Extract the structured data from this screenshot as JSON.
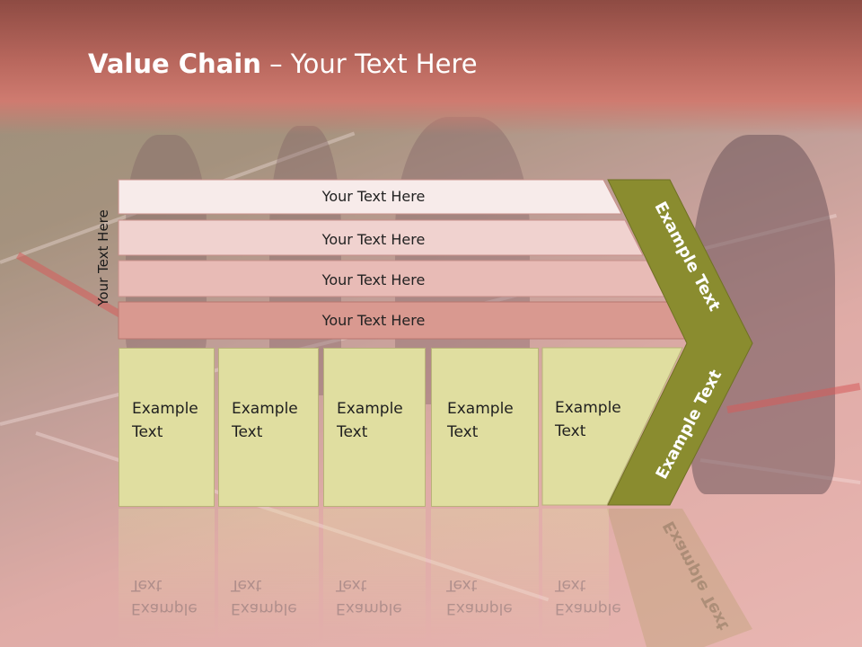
{
  "slide": {
    "title_bold": "Value Chain",
    "title_rest": " – Your Text Here",
    "side_label": "Your Text Here",
    "rows": [
      {
        "label": "Your Text Here"
      },
      {
        "label": "Your Text Here"
      },
      {
        "label": "Your Text Here"
      },
      {
        "label": "Your Text Here"
      }
    ],
    "boxes": [
      {
        "line1": "Example",
        "line2": "Text"
      },
      {
        "line1": "Example",
        "line2": "Text"
      },
      {
        "line1": "Example",
        "line2": "Text"
      },
      {
        "line1": "Example",
        "line2": "Text"
      },
      {
        "line1": "Example",
        "line2": "Text"
      }
    ],
    "chevron_upper": "Example Text",
    "chevron_lower": "Example Text",
    "colors": {
      "chevron": "#8a8c2f",
      "box_fill": "#e0dea0",
      "row_fills": [
        "#f7ebea",
        "#f0d2cf",
        "#e8bbb6",
        "#d99990"
      ]
    }
  }
}
